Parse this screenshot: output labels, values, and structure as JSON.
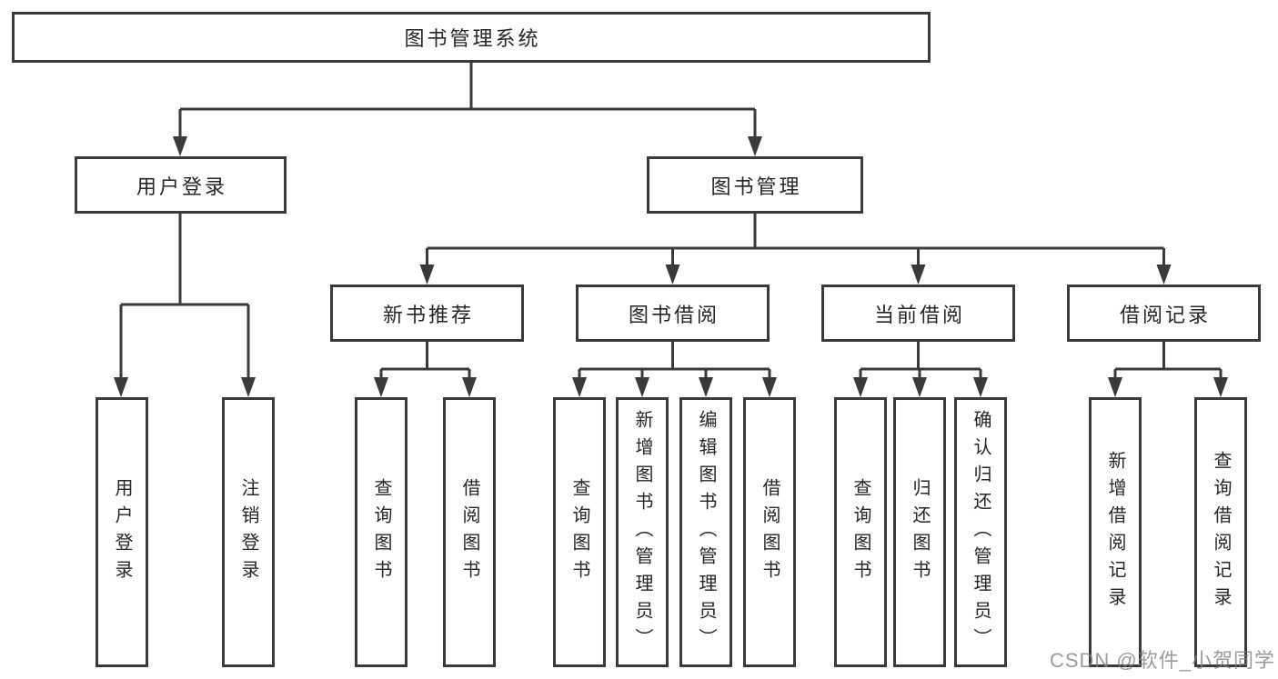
{
  "diagram": {
    "root": {
      "label": "图书管理系统"
    },
    "branches": [
      {
        "label": "用户登录",
        "children": [
          {
            "label": "用户登录"
          },
          {
            "label": "注销登录"
          }
        ]
      },
      {
        "label": "图书管理",
        "sections": [
          {
            "label": "新书推荐",
            "children": [
              {
                "label": "查询图书"
              },
              {
                "label": "借阅图书"
              }
            ]
          },
          {
            "label": "图书借阅",
            "children": [
              {
                "label": "查询图书"
              },
              {
                "label": "新增图书（管理员）"
              },
              {
                "label": "编辑图书（管理员）"
              },
              {
                "label": "借阅图书"
              }
            ]
          },
          {
            "label": "当前借阅",
            "children": [
              {
                "label": "查询图书"
              },
              {
                "label": "归还图书"
              },
              {
                "label": "确认归还（管理员）"
              }
            ]
          },
          {
            "label": "借阅记录",
            "children": [
              {
                "label": "新增借阅记录"
              },
              {
                "label": "查询借阅记录"
              }
            ]
          }
        ]
      }
    ]
  },
  "watermark": {
    "text": "CSDN @软件_小贺同学"
  },
  "colors": {
    "line": "#3a3a3a",
    "text": "#262626",
    "box_background": "#ffffff",
    "watermark": "#808080"
  }
}
